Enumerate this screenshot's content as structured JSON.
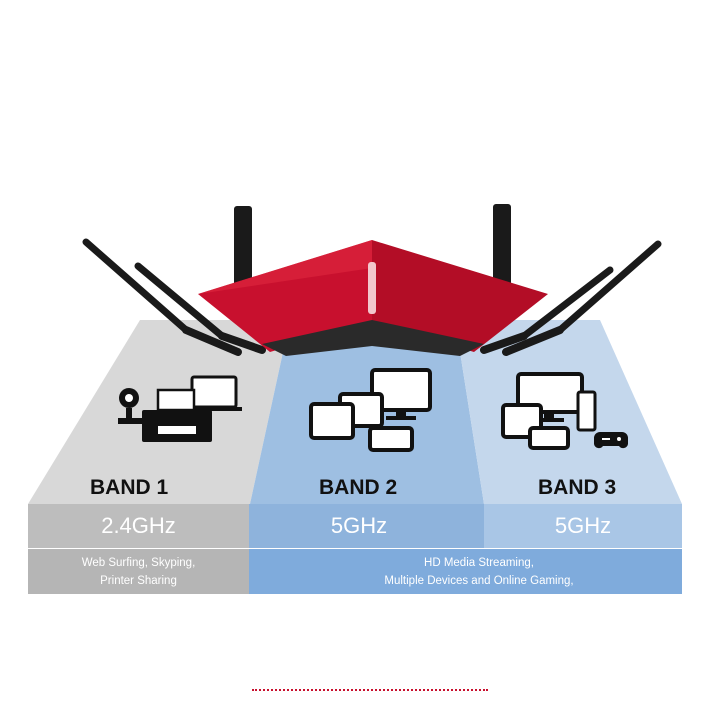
{
  "bands": [
    {
      "title": "BAND 1",
      "frequency": "2.4GHz"
    },
    {
      "title": "BAND 2",
      "frequency": "5GHz"
    },
    {
      "title": "BAND 3",
      "frequency": "5GHz"
    }
  ],
  "descriptions": {
    "band1": {
      "line1": "Web Surfing, Skyping,",
      "line2": "Printer Sharing"
    },
    "band23": {
      "line1": "HD Media Streaming,",
      "line2": "Multiple Devices and Online Gaming,"
    }
  },
  "icons": [
    "webcam-printer-laptop-icon",
    "tablets-monitor-phone-icon",
    "devices-console-gamepad-icon"
  ],
  "colors": {
    "router_red": "#c8102e",
    "band1_gray": "#c4c4c4",
    "band2_blue": "#8fb4dc",
    "band3_blue": "#bcd1ea",
    "accent_dots": "#c8102e"
  }
}
